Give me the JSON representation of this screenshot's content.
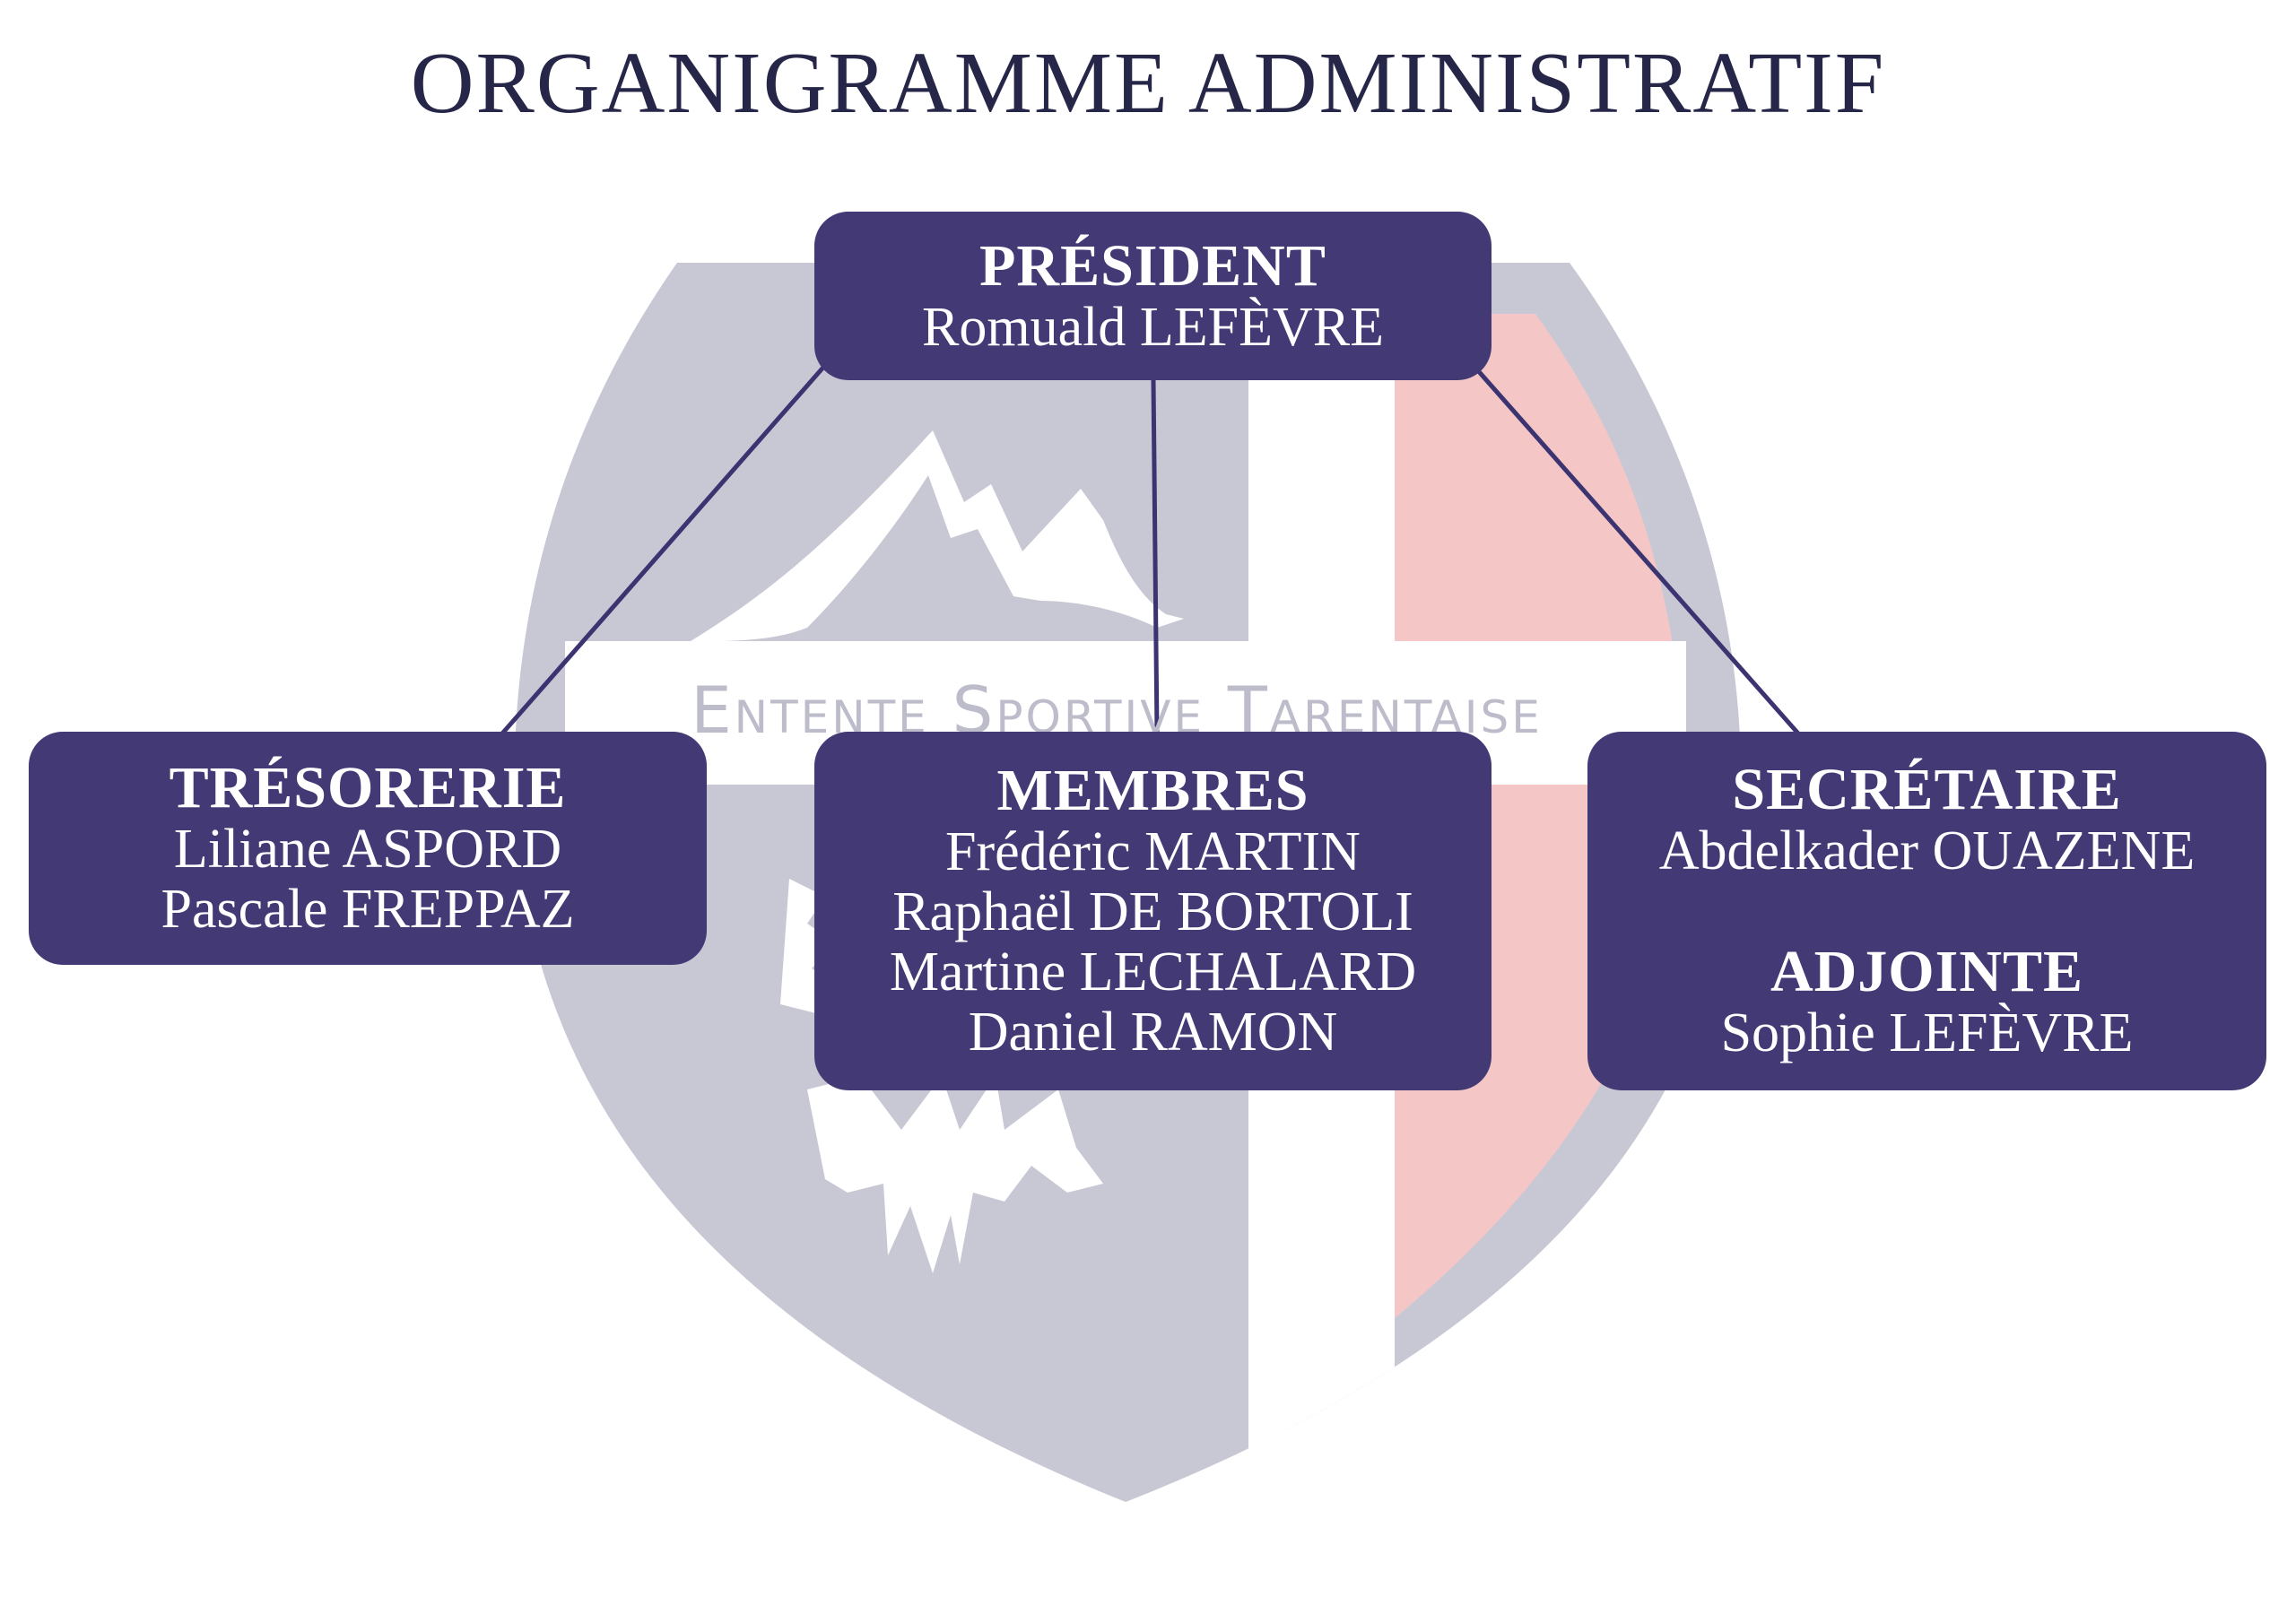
{
  "title": "ORGANIGRAMME ADMINISTRATIF",
  "watermark": {
    "text": "Entente Sportive Tarentaise",
    "colors": {
      "shield": "#c8c8d5",
      "red": "#f4c7c6",
      "white": "#ffffff"
    }
  },
  "colors": {
    "box": "#433a75",
    "title": "#262649",
    "connector": "#3b3470"
  },
  "president": {
    "role": "PRÉSIDENT",
    "names": [
      "Romuald LEFÈVRE"
    ]
  },
  "tresorerie": {
    "role": "TRÉSORERIE",
    "names": [
      "Liliane ASPORD",
      "Pascale FREPPAZ"
    ]
  },
  "membres": {
    "role": "MEMBRES",
    "names": [
      "Frédéric MARTIN",
      "Raphaël DE BORTOLI",
      "Martine LECHALARD",
      "Daniel RAMON"
    ]
  },
  "secretaire": {
    "role": "SECRÉTAIRE",
    "names": [
      "Abdelkader OUAZENE"
    ],
    "adjoint_role": "ADJOINTE",
    "adjoint_names": [
      "Sophie LEFÈVRE"
    ]
  }
}
